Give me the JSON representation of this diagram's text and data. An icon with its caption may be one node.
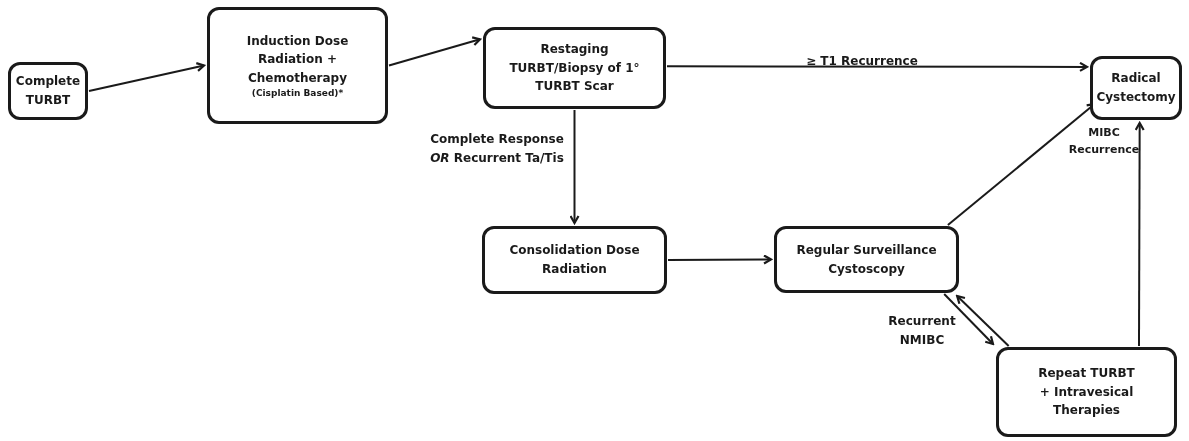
{
  "diagram": {
    "nodes": [
      {
        "text": [
          "Complete TURBT"
        ]
      },
      {
        "text": [
          "Induction Dose Radiation + Chemotherapy",
          "(Cisplatin Based)*"
        ]
      },
      {
        "text": [
          "Restaging TURBT/Biopsy of 1° TURBT Scar"
        ]
      },
      {
        "text": [
          "Radical Cystectomy"
        ]
      },
      {
        "text": [
          "Consolidation Dose Radiation"
        ]
      },
      {
        "text": [
          "Regular Surveillance Cystoscopy"
        ]
      },
      {
        "text": [
          "Repeat TURBT + Intravesical Therapies"
        ]
      }
    ],
    "edges": [
      {
        "from": 0,
        "to": 1,
        "arrow": "to"
      },
      {
        "from": 1,
        "to": 2,
        "arrow": "to"
      },
      {
        "from": 2,
        "to": 3,
        "arrow": "to",
        "label": "≥ T1 Recurrence"
      },
      {
        "from": 2,
        "to": 4,
        "arrow": "to",
        "label": "Complete Response *OR* Recurrent Ta/Tis"
      },
      {
        "from": 4,
        "to": 5,
        "arrow": "to"
      },
      {
        "from": 5,
        "to": 3,
        "arrow": "to",
        "label": "MIBC Recurrence"
      },
      {
        "from": 6,
        "to": 3,
        "arrow": "to"
      },
      {
        "from": 5,
        "to": 6,
        "arrow": "to",
        "label": "Recurrent NMIBC"
      },
      {
        "from": 6,
        "to": 5,
        "arrow": "to"
      }
    ]
  }
}
